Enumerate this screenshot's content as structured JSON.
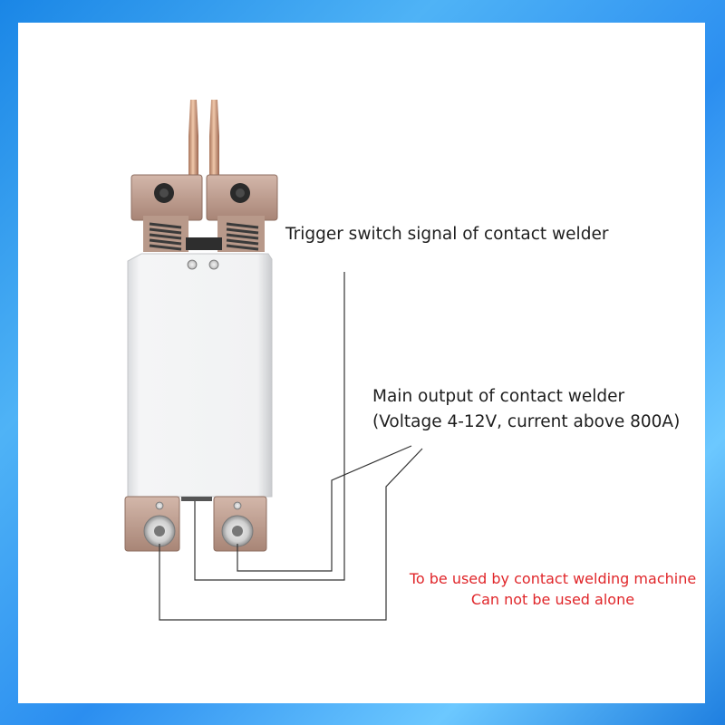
{
  "labels": {
    "trigger": "Trigger switch signal of contact welder",
    "main_output_line1": "Main output of contact welder",
    "main_output_line2": "(Voltage 4-12V, current above 800A)"
  },
  "warning": {
    "line1": "To be used by contact welding machine",
    "line2": "Can not be used alone"
  },
  "colors": {
    "frame": "#2b8ef0",
    "body": "#eeeff1",
    "copper": "#b89a8c",
    "warning_text": "#e0262a",
    "wire": "#333333"
  }
}
